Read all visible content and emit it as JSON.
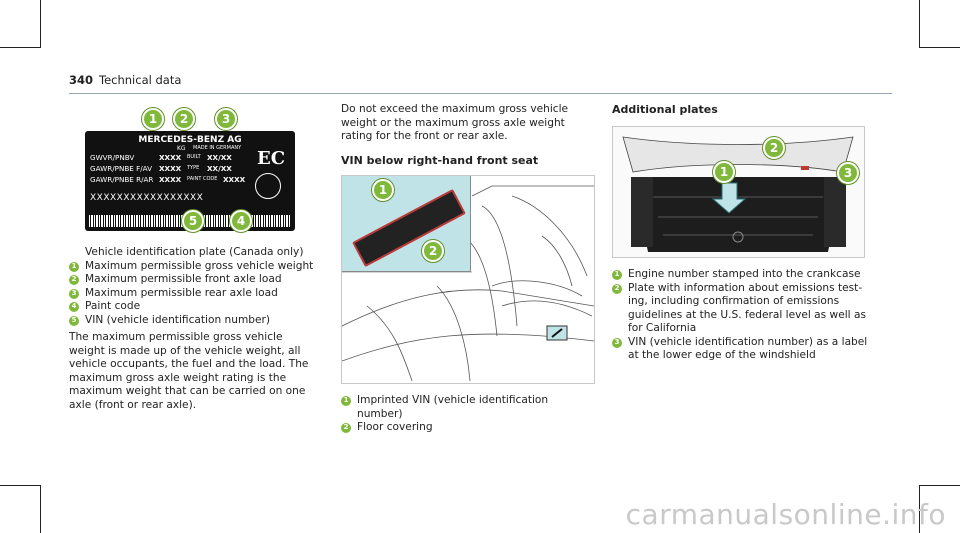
{
  "header": {
    "page_number": "340",
    "section": "Technical data"
  },
  "label_plate": {
    "brand": "MERCEDES-BENZ AG",
    "made_in": "MADE IN GERMANY",
    "kg": "KG",
    "lines": [
      "GWVR/PNBV",
      "GAWR/PNBE F/AV",
      "GAWR/PNBE R/AR"
    ],
    "values": [
      "XXXX",
      "XXXX",
      "XXXX"
    ],
    "built_label": "BUILT",
    "built_value": "XX/XX",
    "type_label": "TYPE",
    "type_value": "XX/XX",
    "paint_label": "PAINT CODE",
    "paint_value": "XXXX",
    "vin": "XXXXXXXXXXXXXXXXX",
    "logo": "EC",
    "callouts": [
      "1",
      "2",
      "3",
      "5",
      "4"
    ]
  },
  "col1": {
    "caption": "Vehicle identification plate (Canada only)",
    "items": [
      {
        "n": "1",
        "text": "Maximum permissible gross vehicle weight"
      },
      {
        "n": "2",
        "text": "Maximum permissible front axle load"
      },
      {
        "n": "3",
        "text": "Maximum permissible rear axle load"
      },
      {
        "n": "4",
        "text": "Paint code"
      },
      {
        "n": "5",
        "text": "VIN (vehicle identification number)"
      }
    ],
    "body": "The maximum permissible gross vehicle weight is made up of the vehicle weight, all vehicle occupants, the fuel and the load. The maximum gross axle weight rating is the maximum weight that can be carried on one axle (front or rear axle)."
  },
  "col2": {
    "intro": "Do not exceed the maximum gross vehicle weight or the maximum gross axle weight rating for the front or rear axle.",
    "heading": "VIN below right-hand front seat",
    "callouts": [
      "1",
      "2"
    ],
    "items": [
      {
        "n": "1",
        "text": "Imprinted VIN (vehicle identification number)"
      },
      {
        "n": "2",
        "text": "Floor covering"
      }
    ]
  },
  "col3": {
    "heading": "Additional plates",
    "callouts": [
      "2",
      "1",
      "3"
    ],
    "items": [
      {
        "n": "1",
        "text": "Engine number stamped into the crankcase"
      },
      {
        "n": "2",
        "text": "Plate with information about emissions test-ing, including confirmation of emissions guidelines at the U.S. federal level as well as for California"
      },
      {
        "n": "3",
        "text": "VIN (vehicle identification number) as a label at the lower edge of the windshield"
      }
    ]
  },
  "watermark": "carmanualsonline.info",
  "colors": {
    "accent": "#7fb83b",
    "rule": "#9aa5b3",
    "seat_inset": "#bfe3e6"
  }
}
